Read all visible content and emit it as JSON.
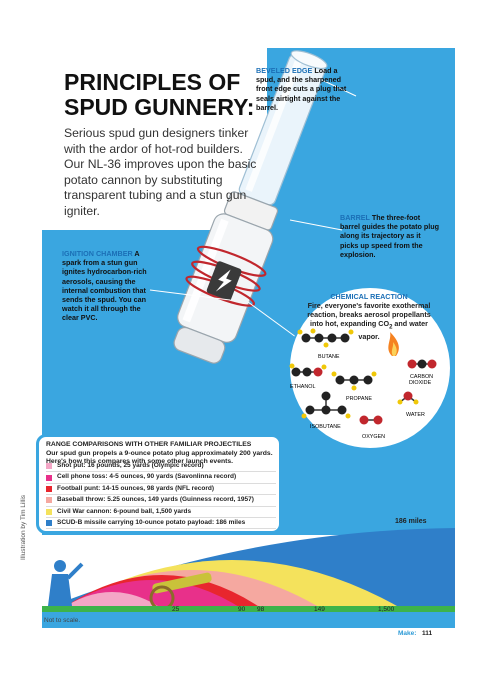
{
  "title": "PRINCIPLES OF SPUD GUNNERY:",
  "intro": "Serious spud gun designers tinker with the ardor of hot-rod builders. Our NL-36 improves upon the basic potato cannon by substituting transparent tubing and a stun gun igniter.",
  "callouts": {
    "beveled_edge": {
      "heading": "BEVELED EDGE",
      "text": "Load a spud, and the sharpened front edge cuts a plug that seals airtight against the barrel."
    },
    "barrel": {
      "heading": "BARREL",
      "text": "The three-foot barrel guides the potato plug along its trajectory as it picks up speed from the explosion."
    },
    "ignition_chamber": {
      "heading": "IGNITION CHAMBER",
      "text": "A spark from a stun gun ignites hydrocarbon-rich aerosols, causing the internal combustion that sends the spud. You can watch it all through the clear PVC."
    }
  },
  "chemical_reaction": {
    "heading": "CHEMICAL REACTION",
    "text_before": "Fire, everyone's favorite exothermal reaction, breaks aerosol propellants into hot, expanding CO",
    "subscript": "2",
    "text_after": " and water vapor.",
    "molecules": {
      "butane": "BUTANE",
      "ethanol": "ETHANOL",
      "propane": "PROPANE",
      "isobutane": "ISOBUTANE",
      "oxygen": "OXYGEN",
      "co2_line1": "CARBON",
      "co2_line2": "DIOXIDE",
      "water": "WATER"
    }
  },
  "range": {
    "title": "RANGE COMPARISONS WITH OTHER FAMILIAR PROJECTILES",
    "subtitle": "Our spud gun propels a 9-ounce potato plug approximately 200 yards. Here's how this compares with some other launch events.",
    "items": [
      {
        "label": "Shot put: 16 pounds, 25 yards (Olympic record)",
        "color": "#f4a6c6"
      },
      {
        "label": "Cell phone toss: 4-5 ounces, 90 yards (Savonlinna record)",
        "color": "#e8308a"
      },
      {
        "label": "Football punt: 14-15 ounces, 98 yards (NFL record)",
        "color": "#e8262e"
      },
      {
        "label": "Baseball throw: 5.25 ounces, 149 yards (Guinness record, 1957)",
        "color": "#f5a8a0"
      },
      {
        "label": "Civil War cannon: 6-pound ball, 1,500 yards",
        "color": "#f4e25c"
      },
      {
        "label": "SCUD-B missile carrying 10-ounce potato payload: 186 miles",
        "color": "#2f7fc9"
      }
    ],
    "max_label": "186 miles",
    "ticks": [
      "25",
      "90",
      "98",
      "149",
      "1,500"
    ]
  },
  "credit": "Illustration by Tim Lillis",
  "scale_note": "Not to scale.",
  "footer": {
    "brand": "Make:",
    "page": "111"
  }
}
